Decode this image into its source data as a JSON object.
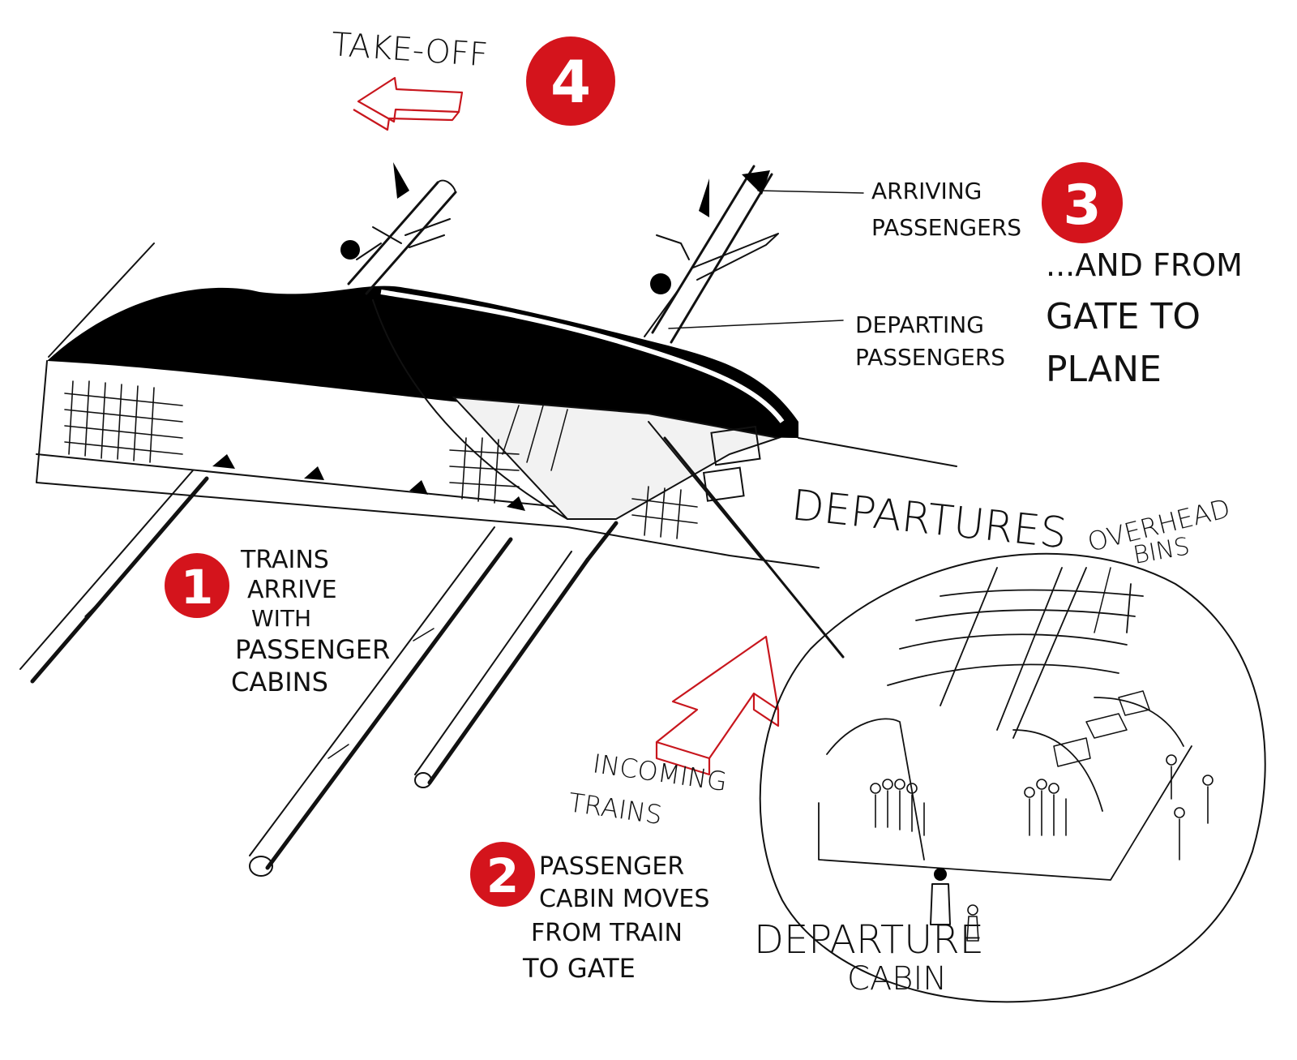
{
  "colors": {
    "accent": "#d4141c",
    "ink": "#111111",
    "paper": "#ffffff",
    "arrow": "#c8161d"
  },
  "steps": [
    {
      "number": "1",
      "lines": [
        "TRAINS",
        "ARRIVE",
        "WITH",
        "PASSENGER",
        "CABINS"
      ]
    },
    {
      "number": "2",
      "lines": [
        "PASSENGER",
        "CABIN MOVES",
        "FROM TRAIN",
        "TO GATE"
      ]
    },
    {
      "number": "3",
      "lines": [
        "...AND FROM",
        "GATE TO",
        "PLANE"
      ]
    },
    {
      "number": "4",
      "lines": [
        "TAKE-OFF"
      ]
    }
  ],
  "labels": {
    "arriving": [
      "ARRIVING",
      "PASSENGERS"
    ],
    "departing": [
      "DEPARTING",
      "PASSENGERS"
    ],
    "departures": "DEPARTURES",
    "incoming": [
      "INCOMING",
      "TRAINS"
    ],
    "overhead": [
      "OVERHEAD",
      "BINS"
    ],
    "cabin": [
      "DEPARTURE",
      "CABIN"
    ]
  }
}
